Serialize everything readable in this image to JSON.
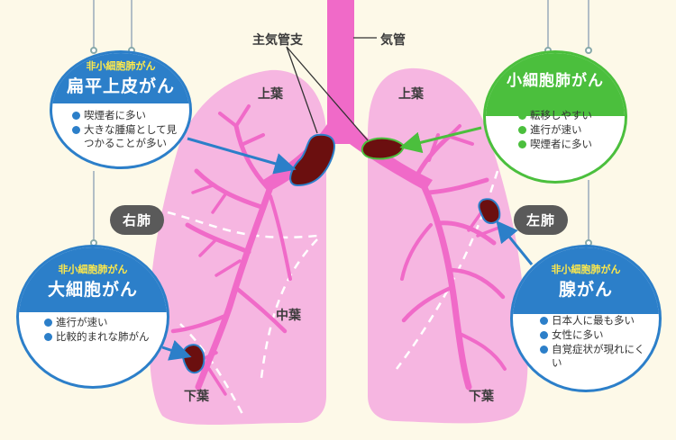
{
  "labels": {
    "main_bronchus": "主気管支",
    "trachea": "気管",
    "upper_lobe_right": "上葉",
    "upper_lobe_left": "上葉",
    "middle_lobe": "中葉",
    "lower_lobe_right": "下葉",
    "lower_lobe_left": "下葉",
    "right_lung": "右肺",
    "left_lung": "左肺"
  },
  "cards": {
    "squamous": {
      "category": "非小細胞肺がん",
      "name": "扁平上皮がん",
      "points": [
        "喫煙者に多い",
        "大きな腫瘍として見つかることが多い"
      ]
    },
    "small_cell": {
      "name": "小細胞肺がん",
      "points": [
        "転移しやすい",
        "進行が速い",
        "喫煙者に多い"
      ]
    },
    "large_cell": {
      "category": "非小細胞肺がん",
      "name": "大細胞がん",
      "points": [
        "進行が速い",
        "比較的まれな肺がん"
      ]
    },
    "adeno": {
      "category": "非小細胞肺がん",
      "name": "腺がん",
      "points": [
        "日本人に最も多い",
        "女性に多い",
        "自覚症状が現れにくい"
      ]
    }
  },
  "colors": {
    "lung": "#f6b6e1",
    "airway": "#f06ac8",
    "tumor": "#6b0f0f",
    "blue": "#2c7fc9",
    "green": "#4bbf3d"
  }
}
